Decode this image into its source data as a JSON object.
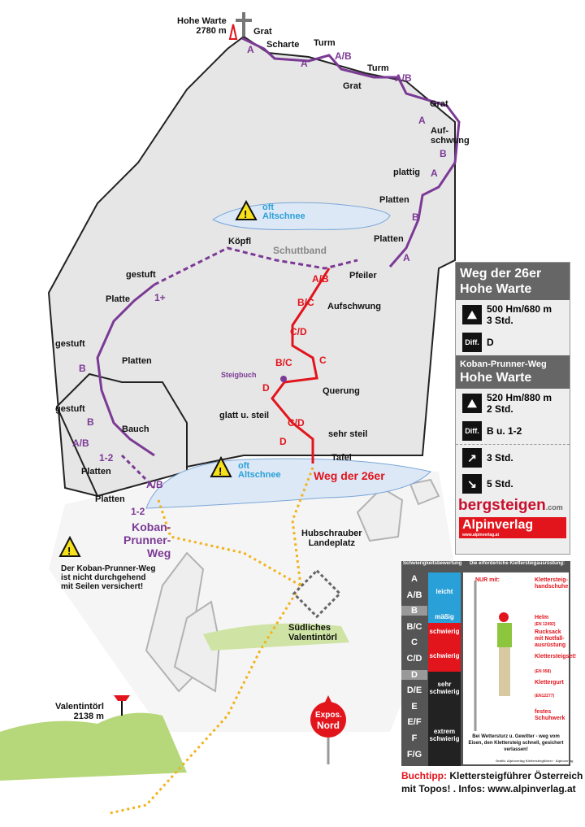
{
  "summit": {
    "name": "Hohe Warte",
    "altitude": "2780 m"
  },
  "ridge_labels": [
    "Grat",
    "Scharte",
    "Turm",
    "Turm",
    "Grat",
    "Grat",
    "Auf-\nschwung",
    "plattig",
    "Platten",
    "Platten"
  ],
  "ridge_grades": [
    "A",
    "A",
    "A/B",
    "A/B",
    "A",
    "B",
    "A",
    "B",
    "A"
  ],
  "snow1": {
    "l1": "oft",
    "l2": "Altschnee"
  },
  "snow2": {
    "l1": "oft",
    "l2": "Altschnee"
  },
  "middle_labels": {
    "koepfl": "Köpfl",
    "schuttband": "Schuttband",
    "pfeiler": "Pfeiler",
    "aufschwung": "Aufschwung",
    "querung": "Querung",
    "glatt": "glatt u. steil",
    "sehr_steil": "sehr steil",
    "tafel": "Tafel",
    "steigbuch": "Steigbuch"
  },
  "red_grades": [
    "A/B",
    "B/C",
    "C/D",
    "C",
    "B/C",
    "D",
    "C/D",
    "D"
  ],
  "route_26er_label": "Weg der 26er",
  "koban_labels": [
    "gestuft",
    "Platte",
    "gestuft",
    "Platten",
    "gestuft",
    "Bauch",
    "Platten",
    "Platten"
  ],
  "koban_grades": [
    "1+",
    "B",
    "B",
    "A/B",
    "1-2",
    "A/B",
    "1-2"
  ],
  "koban_name": {
    "l1": "Koban-",
    "l2": "Prunner-",
    "l3": "Weg"
  },
  "warning": {
    "l1": "Der Koban-Prunner-Weg",
    "l2": "ist nicht durchgehend",
    "l3": "mit Seilen versichert!"
  },
  "heli": {
    "l1": "Hubschrauber",
    "l2": "Landeplatz"
  },
  "suedl": {
    "l1": "Südliches",
    "l2": "Valentintörl"
  },
  "valentin": {
    "name": "Valentintörl",
    "altitude": "2138 m"
  },
  "compass": {
    "l1": "Expos.",
    "l2": "Nord"
  },
  "panel": {
    "r1": {
      "title1": "Weg der 26er",
      "title2": "Hohe Warte",
      "dist": "500 Hm/680 m",
      "time": "3 Std.",
      "diff_label": "Diff.",
      "diff": "D"
    },
    "r2": {
      "title1": "Koban-Prunner-Weg",
      "title2": "Hohe Warte",
      "dist": "520 Hm/880 m",
      "time": "2 Std.",
      "diff_label": "Diff.",
      "diff": "B u. 1-2"
    },
    "approach": "3 Std.",
    "descent": "5 Std.",
    "logo1": "bergsteigen",
    "logo1_tld": ".com",
    "logo2": "Alpinverlag",
    "logo2_url": "www.alpinverlag.at"
  },
  "scale": {
    "header_left": "Schwierigkeitsbewertung",
    "header_right": "Die erforderliche Klettersteigausrüstung:",
    "grades": [
      "A",
      "A/B",
      "B",
      "B/C",
      "C",
      "C/D",
      "D",
      "D/E",
      "E",
      "E/F",
      "F",
      "F/G"
    ],
    "bands": [
      "leicht",
      "mäßig",
      "schwierig",
      "schwierig",
      "sehr schwierig",
      "extrem schwierig"
    ],
    "only_with": "NUR mit:",
    "equipment": [
      "Klettersteig-handschuhe",
      "Helm",
      "(EN 12492)",
      "Rucksack mit Notfall-ausrüstung",
      "Klettersteigset!",
      "(EN 958)",
      "Klettergurt",
      "(EN12277)",
      "festes Schuhwerk"
    ],
    "warning": "Bei Wettersturz u. Gewitter - weg vom Eisen, den Klettersteig schnell, gesichert verlassen!",
    "credit": "Grafik: Alpinverlag Klettersteigführer · Alpinverlag"
  },
  "colors": {
    "route_26er": "#e2141c",
    "route_koban": "#7b3a95",
    "snow": "#2aa0d8",
    "trail": "#f2b21b"
  },
  "footer": {
    "l1a": "Buchtipp:",
    "l1b": " Klettersteigführer Österreich",
    "l2": "mit Topos! . Infos: www.alpinverlag.at"
  }
}
